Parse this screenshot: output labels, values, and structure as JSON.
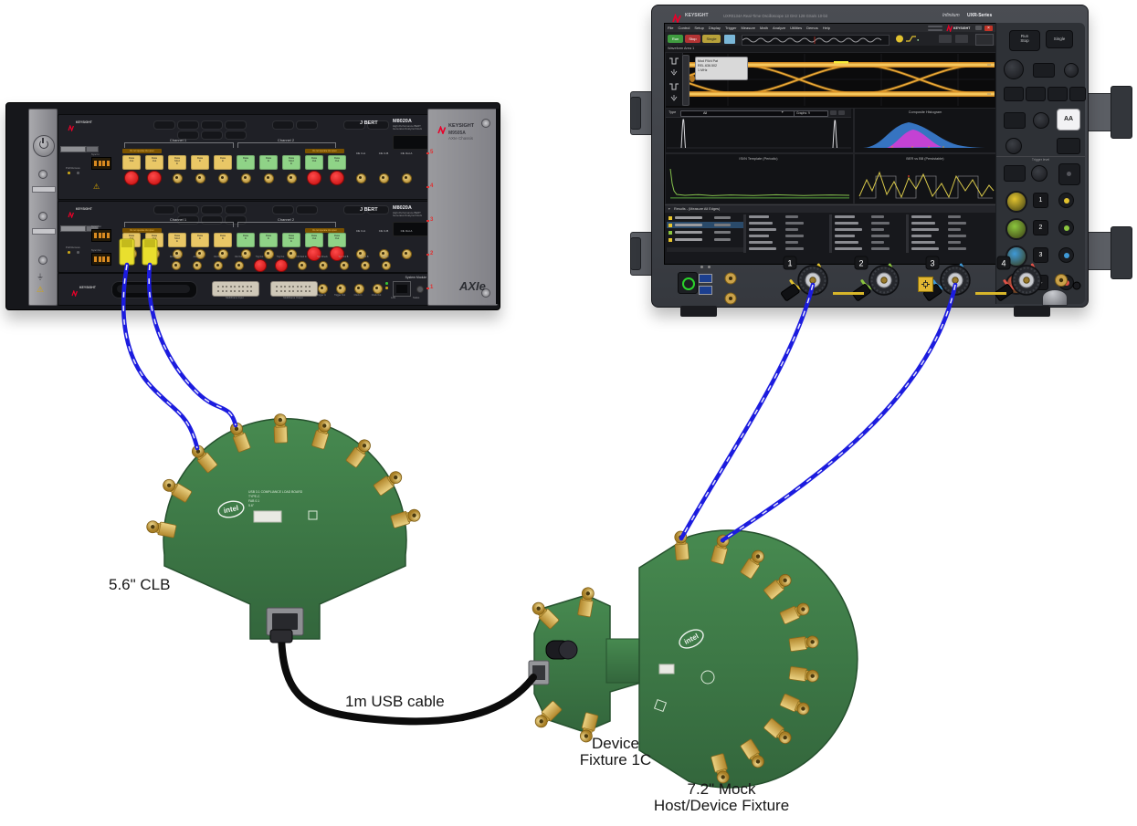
{
  "labels": {
    "clb": "5.6\" CLB",
    "usb_cable": "1m USB cable",
    "device_fixture_l1": "Device",
    "device_fixture_l2": "Fixture 1C",
    "mock_fixture_l1": "7.2\" Mock",
    "mock_fixture_l2": "Host/Device Fixture"
  },
  "colors": {
    "cable_blue": "#1c1cdf",
    "cable_black": "#0c0c0c",
    "pcb_green": "#3e7b46",
    "sma_gold": "#d2a94e",
    "cap_red": "#ec1212",
    "plug_yellow": "#e9df2e"
  },
  "clb": {
    "logo": "intel",
    "title_lines": [
      "USB 3.1 COMPLIANCE LOAD BOARD",
      "TYPE-C",
      "FAB 0.1",
      "5.6\""
    ]
  },
  "mock": {
    "logo": "intel"
  },
  "bert": {
    "brand": "KEYSIGHT",
    "right_panel": {
      "brand": "KEYSIGHT",
      "model": "M9505A",
      "type": "AXIe Chassis",
      "slots": [
        "5",
        "4",
        "3",
        "2",
        "1"
      ],
      "logo": "AXIe"
    },
    "module_common": {
      "product": "J BERT",
      "model": "M8020A",
      "desc1": "High-Performance BERT",
      "desc2": "Generator/Analyzer/Clock",
      "channels": [
        "Channel 1",
        "Channel 2"
      ],
      "warning": "Do not operate into open",
      "ports": [
        "Data Out",
        "Data Out",
        "Data Mod In",
        "Data In",
        "Data In",
        "Data In",
        "Data In",
        "Data Mod In",
        "Data Out",
        "Data Out"
      ],
      "clk_ports": [
        "Clk In A",
        "Clk In B",
        "Clk Out A"
      ],
      "pull": "Pull",
      "remove": "Remove",
      "sync_in": "Sync In",
      "sync_out": "Sync Out"
    },
    "module1_fittings": [
      "cap",
      "cap",
      "sma",
      "sma",
      "sma",
      "sma",
      "sma",
      "sma",
      "cap",
      "cap"
    ],
    "module2_fittings": [
      "plug",
      "plug",
      "sma",
      "sma",
      "sma",
      "sma",
      "sma",
      "sma",
      "cap",
      "cap"
    ],
    "aux_ports": [
      "Ref Clk Out",
      "Aux In",
      "Clk Out",
      "Clk Out",
      "Trig Out",
      "Trig Out",
      "Clk Mod In",
      "Sys Check",
      "Sys Out B",
      "Sys In B",
      "Sys In"
    ],
    "aux_fittings": [
      "sma",
      "sma",
      "sma",
      "sma",
      "cap",
      "cap",
      "sma",
      "sma",
      "sma",
      "sma",
      "sma"
    ],
    "system_module": {
      "brand": "KEYSIGHT",
      "label": "System Module",
      "dsub": [
        "MultiFrame Input",
        "MultiFrame Output"
      ],
      "sma": [
        "Trigger In",
        "Trigger Out",
        "Clock In",
        "Clock Out"
      ],
      "lan": "LAN",
      "status": "Status"
    }
  },
  "scope": {
    "brand": "KEYSIGHT",
    "bezel_model": "UXR0134A Real-Time Oscilloscope   13 GHz   128 GSa/s   10-bit",
    "series_name": "Infiniium",
    "series": "UXR-Series",
    "menu": [
      "File",
      "Control",
      "Setup",
      "Display",
      "Trigger",
      "Measure",
      "Math",
      "Analyze",
      "Utilities",
      "Demos",
      "Help"
    ],
    "screen_brand": "KEYSIGHT",
    "toolbar": {
      "run": "Run",
      "stop": "Stop",
      "single": "Single"
    },
    "tab": "Waveform Area 1",
    "tooltip": [
      "Mod FWd Pat",
      "REL.636.502",
      "1 MHz"
    ],
    "mid": {
      "type_label": "Type",
      "type_value": "All",
      "graphs": "Graphs: 9",
      "composite": "Composite Histogram"
    },
    "bottom_panels": {
      "left": "ISI/N Template (Periodic)",
      "right": "BER vs BB (Persistable)"
    },
    "results_title": "Results - (Measure All Edges)",
    "rpanel": {
      "run_stop": [
        "Run",
        "Stop"
      ],
      "single": "Single",
      "autoscale": "AA",
      "trigger_label": "Trigger level"
    },
    "channels": [
      {
        "n": "1",
        "color": "#e3c32f"
      },
      {
        "n": "2",
        "color": "#8cc63e"
      },
      {
        "n": "3",
        "color": "#3f9ad8"
      },
      {
        "n": "4",
        "color": "#e05248"
      }
    ]
  }
}
